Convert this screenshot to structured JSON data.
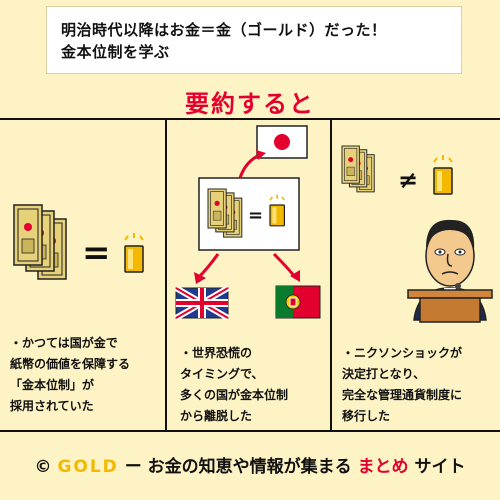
{
  "header": {
    "title_line1": "明治時代以降はお金＝金（ゴールド）だった！",
    "title_line2": "金本位制を学ぶ"
  },
  "summary_heading": "要約すると",
  "panels": [
    {
      "lines": [
        "・かつては国が金で",
        "紙幣の価値を保障する",
        "「金本位制」が",
        "採用されていた"
      ]
    },
    {
      "lines": [
        "・世界恐慌の",
        "タイミングで、",
        "多くの国が金本位制",
        "から離脱した"
      ]
    },
    {
      "lines": [
        "・ニクソンショックが",
        "決定打となり、",
        "完全な管理通貨制度に",
        "移行した"
      ]
    }
  ],
  "symbols": {
    "equals": "=",
    "not_equals": "≠"
  },
  "footer": {
    "copyright": "©",
    "brand": "GOLD",
    "dash": "ー",
    "middle": "お金の知恵や情報が集まる",
    "highlight": "まとめ",
    "tail": "サイト"
  },
  "colors": {
    "background": "#fdf3c4",
    "heading_red": "#e3002e",
    "gold": "#f2b900",
    "banknote": "#e7d27a"
  },
  "icons": [
    "banknote-stack",
    "gold-bar",
    "japan-flag",
    "uk-flag",
    "portugal-flag",
    "president-at-podium"
  ]
}
